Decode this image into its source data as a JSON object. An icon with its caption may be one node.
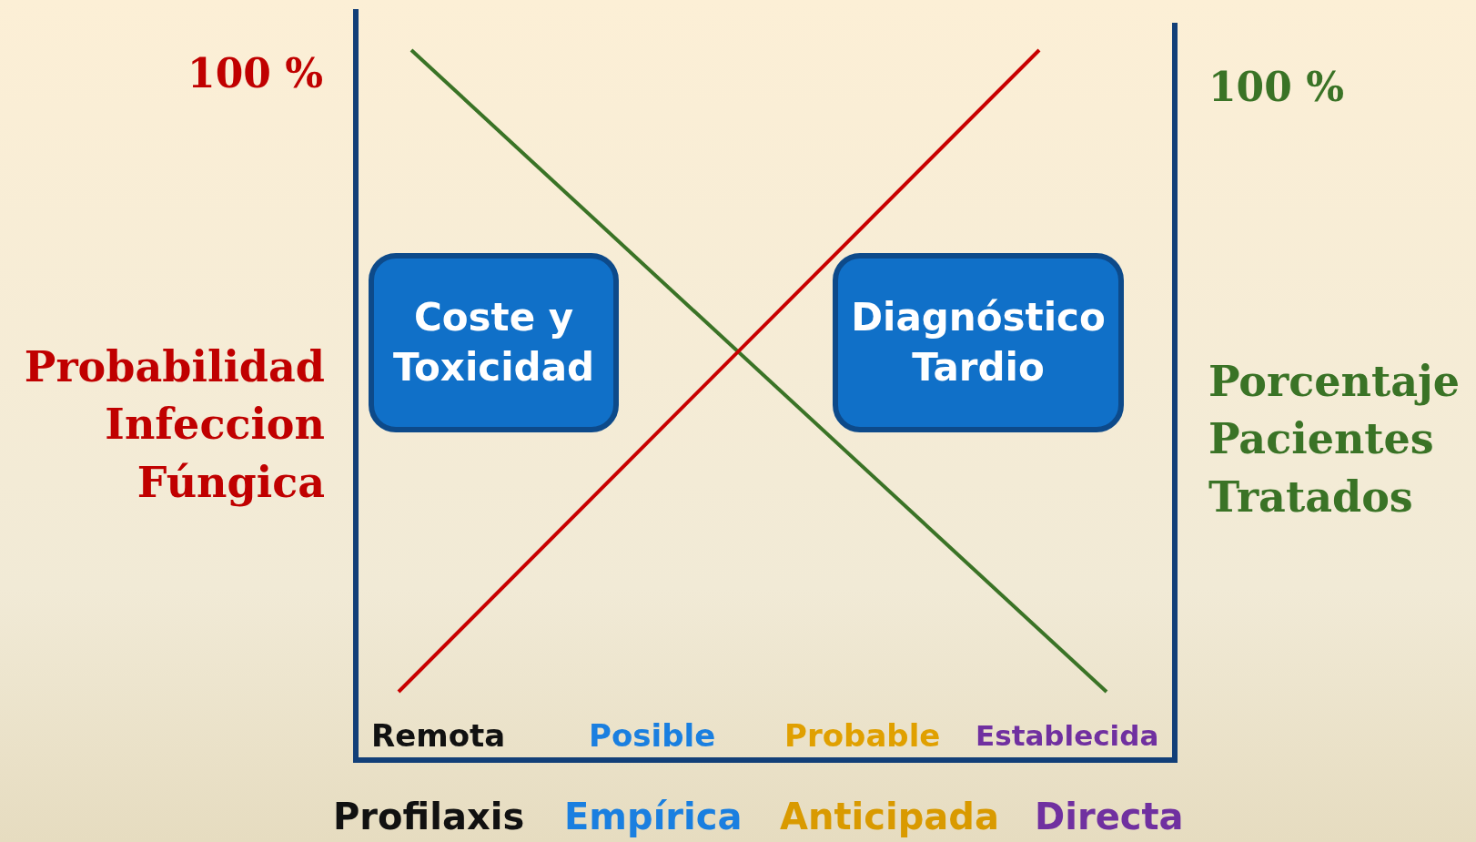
{
  "diagram": {
    "nodes": [
      {
        "text": [
          "Coste y Toxicidad"
        ]
      },
      {
        "text": [
          "Diagnóstico Tardio"
        ]
      }
    ],
    "labels": [
      "100 %",
      "100 %",
      "Probabilidad Infeccion Fúngica",
      "Porcentaje Pacientes Tratados",
      "Remota",
      "Posible",
      "Probable",
      "Establecida",
      "Profilaxis",
      "Empírica",
      "Anticipada",
      "Directa"
    ]
  }
}
